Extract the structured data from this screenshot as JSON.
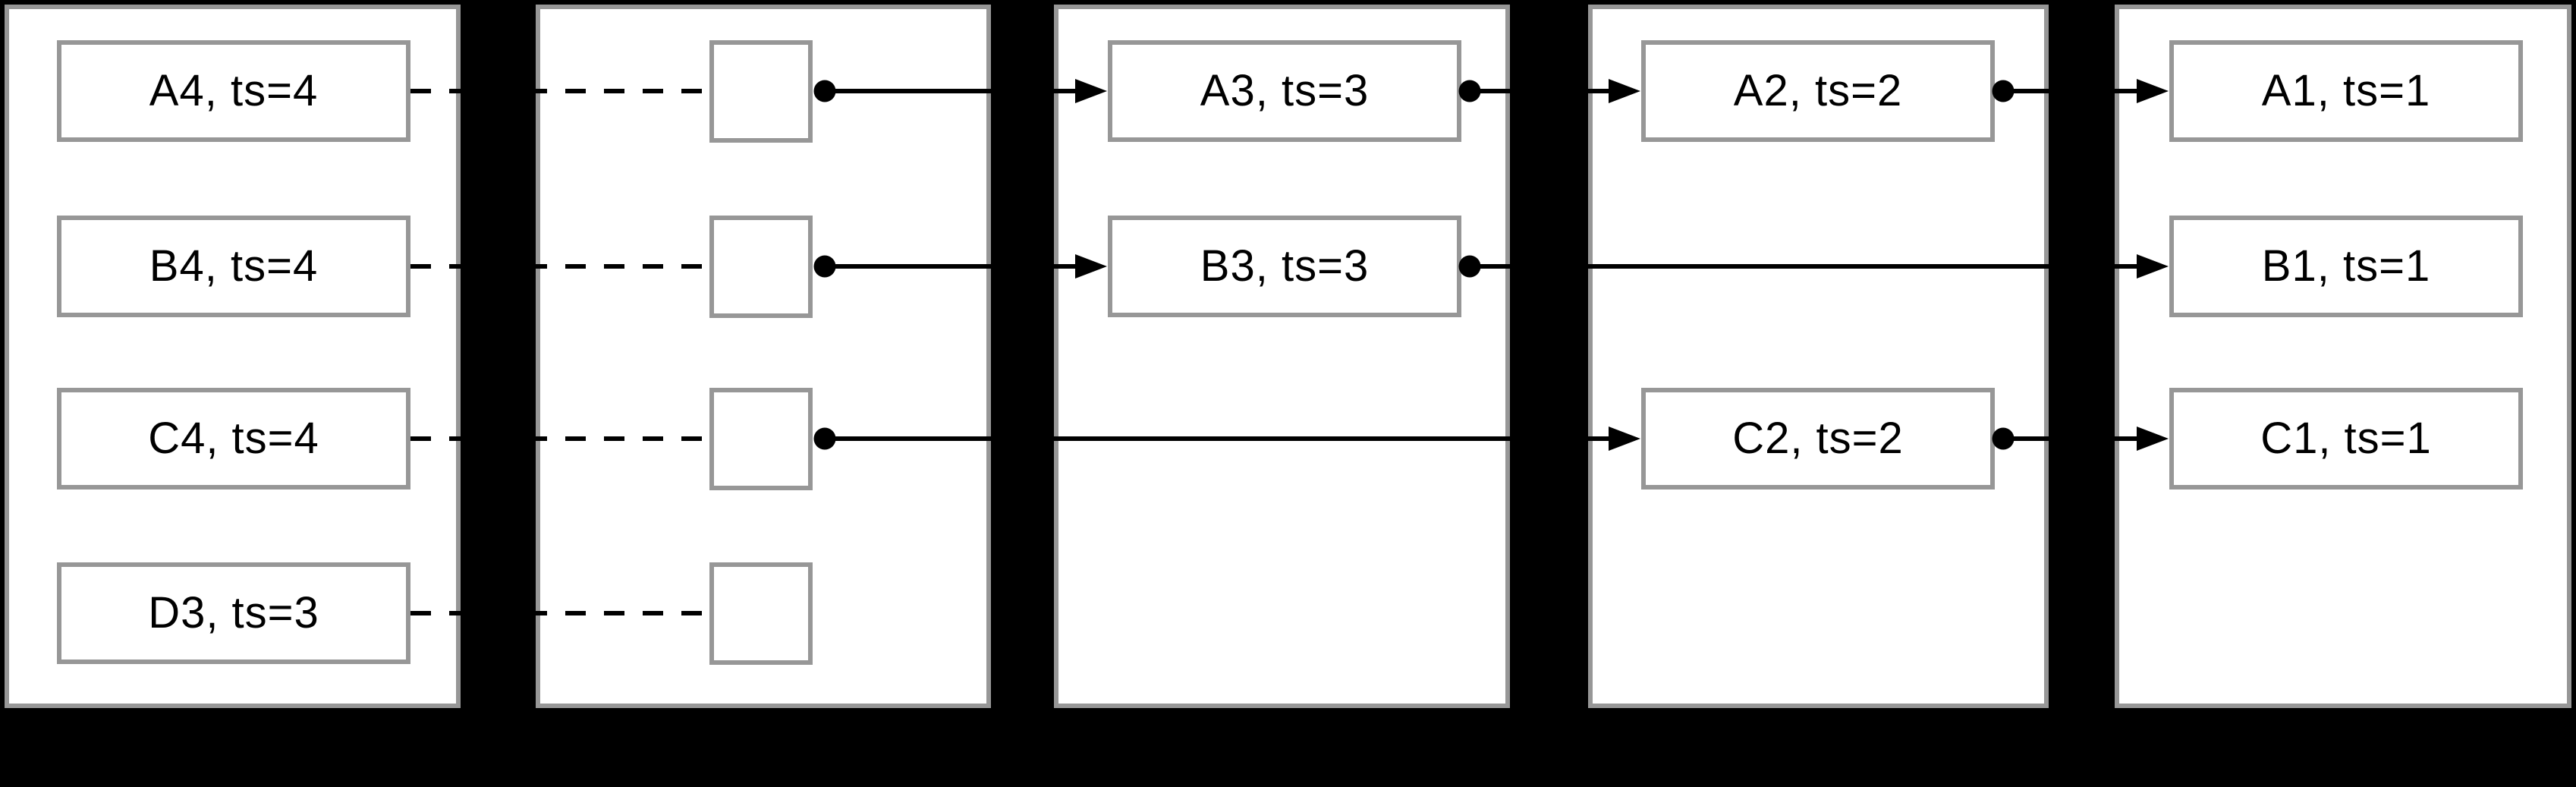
{
  "diagram": {
    "colors": {
      "background": "#000000",
      "panel_fill": "#ffffff",
      "border": "#979797",
      "line": "#000000",
      "text": "#000000"
    },
    "rows": [
      "A",
      "B",
      "C",
      "D"
    ],
    "panels": [
      {
        "id": "panel-1",
        "boxes": [
          {
            "row": "A",
            "label": "A4, ts=4"
          },
          {
            "row": "B",
            "label": "B4, ts=4"
          },
          {
            "row": "C",
            "label": "C4, ts=4"
          },
          {
            "row": "D",
            "label": "D3, ts=3"
          }
        ]
      },
      {
        "id": "panel-2",
        "boxes": [
          {
            "row": "A",
            "label": ""
          },
          {
            "row": "B",
            "label": ""
          },
          {
            "row": "C",
            "label": ""
          },
          {
            "row": "D",
            "label": ""
          }
        ]
      },
      {
        "id": "panel-3",
        "boxes": [
          {
            "row": "A",
            "label": "A3, ts=3"
          },
          {
            "row": "B",
            "label": "B3, ts=3"
          }
        ]
      },
      {
        "id": "panel-4",
        "boxes": [
          {
            "row": "A",
            "label": "A2, ts=2"
          },
          {
            "row": "C",
            "label": "C2, ts=2"
          }
        ]
      },
      {
        "id": "panel-5",
        "boxes": [
          {
            "row": "A",
            "label": "A1, ts=1"
          },
          {
            "row": "B",
            "label": "B1, ts=1"
          },
          {
            "row": "C",
            "label": "C1, ts=1"
          }
        ]
      }
    ],
    "edges": {
      "dashed": [
        {
          "row": "A",
          "from": "panel-1",
          "to": "panel-2"
        },
        {
          "row": "B",
          "from": "panel-1",
          "to": "panel-2"
        },
        {
          "row": "C",
          "from": "panel-1",
          "to": "panel-2"
        },
        {
          "row": "D",
          "from": "panel-1",
          "to": "panel-2"
        }
      ],
      "solid": [
        {
          "row": "A",
          "from": "panel-2",
          "to": "panel-3"
        },
        {
          "row": "A",
          "from": "panel-3",
          "to": "panel-4"
        },
        {
          "row": "A",
          "from": "panel-4",
          "to": "panel-5"
        },
        {
          "row": "B",
          "from": "panel-2",
          "to": "panel-3"
        },
        {
          "row": "B",
          "from": "panel-3",
          "to": "panel-5"
        },
        {
          "row": "C",
          "from": "panel-2",
          "to": "panel-4"
        },
        {
          "row": "C",
          "from": "panel-4",
          "to": "panel-5"
        }
      ]
    }
  }
}
